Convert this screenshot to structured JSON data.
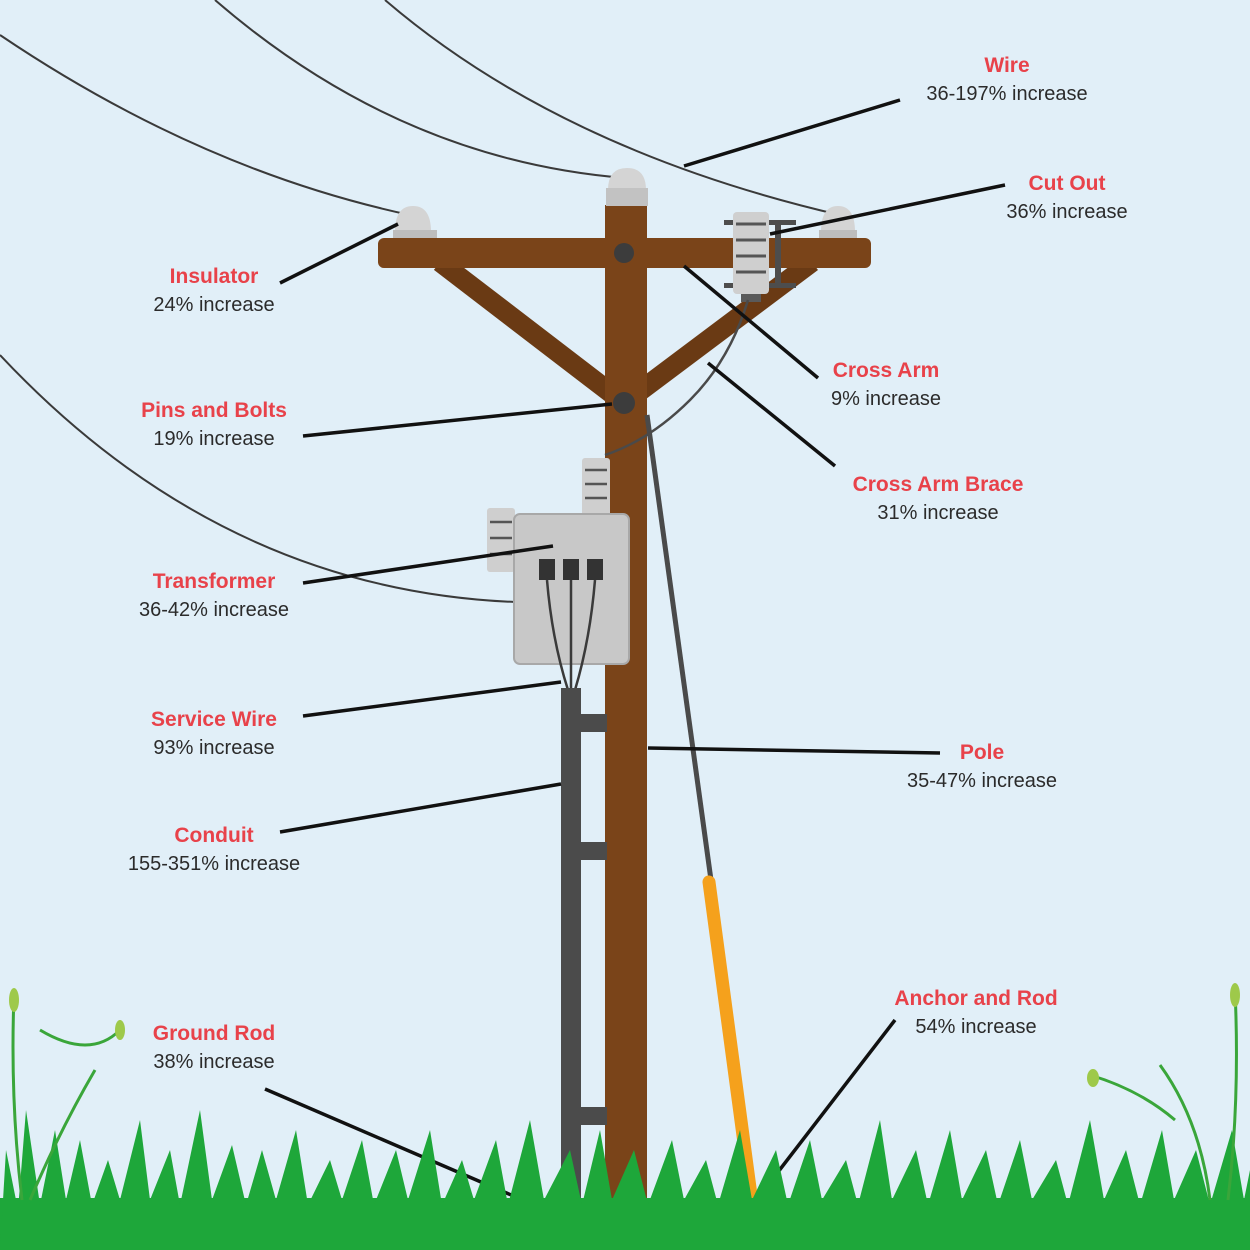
{
  "colors": {
    "background": "#e1eff8",
    "label_name": "#e8424a",
    "label_value": "#2b2b2b",
    "wood": "#7a4419",
    "wood_dark": "#6a3a14",
    "conduit": "#4b4b4b",
    "anchor_rod": "#f5a11c",
    "grass": "#1ea73a",
    "transformer": "#c8c8c8"
  },
  "components": [
    {
      "id": "wire",
      "name": "Wire",
      "value": "36-197% increase"
    },
    {
      "id": "cut-out",
      "name": "Cut Out",
      "value": "36% increase"
    },
    {
      "id": "insulator",
      "name": "Insulator",
      "value": "24% increase"
    },
    {
      "id": "cross-arm",
      "name": "Cross Arm",
      "value": "9% increase"
    },
    {
      "id": "pins-and-bolts",
      "name": "Pins and Bolts",
      "value": "19% increase"
    },
    {
      "id": "cross-arm-brace",
      "name": "Cross Arm Brace",
      "value": "31% increase"
    },
    {
      "id": "transformer",
      "name": "Transformer",
      "value": "36-42% increase"
    },
    {
      "id": "service-wire",
      "name": "Service Wire",
      "value": "93% increase"
    },
    {
      "id": "pole",
      "name": "Pole",
      "value": "35-47% increase"
    },
    {
      "id": "conduit",
      "name": "Conduit",
      "value": "155-351% increase"
    },
    {
      "id": "anchor-and-rod",
      "name": "Anchor and Rod",
      "value": "54% increase"
    },
    {
      "id": "ground-rod",
      "name": "Ground Rod",
      "value": "38% increase"
    }
  ]
}
